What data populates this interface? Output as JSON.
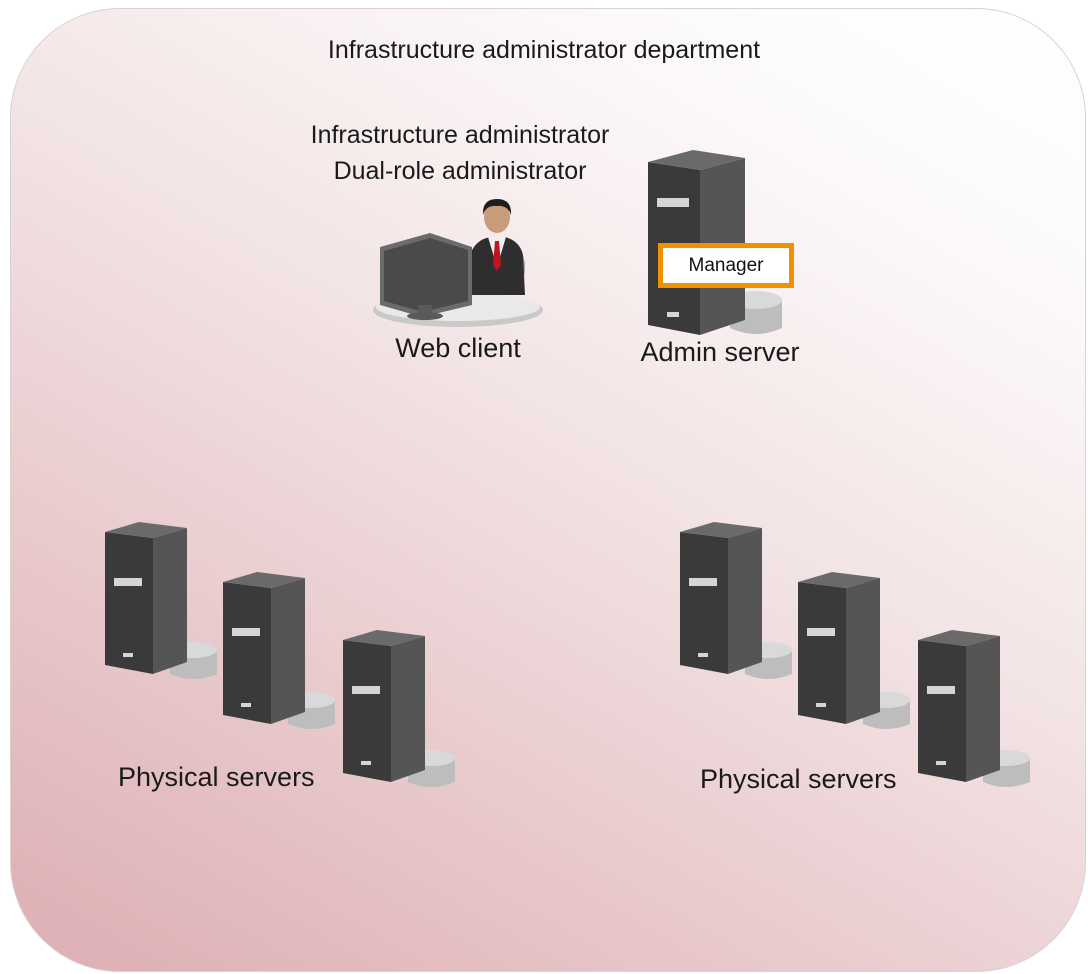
{
  "department": {
    "title": "Infrastructure administrator department"
  },
  "users": {
    "role_line_1": "Infrastructure administrator",
    "role_line_2": "Dual-role administrator",
    "client_label": "Web client"
  },
  "admin_server": {
    "label": "Admin server",
    "component_label": "Manager"
  },
  "server_groups": [
    {
      "label": "Physical servers"
    },
    {
      "label": "Physical servers"
    }
  ],
  "colors": {
    "accent_orange": "#f29100",
    "server_dark": "#3b3b3b",
    "disk_gray": "#c4c4c4",
    "background_tint": "#dcaeb2"
  }
}
